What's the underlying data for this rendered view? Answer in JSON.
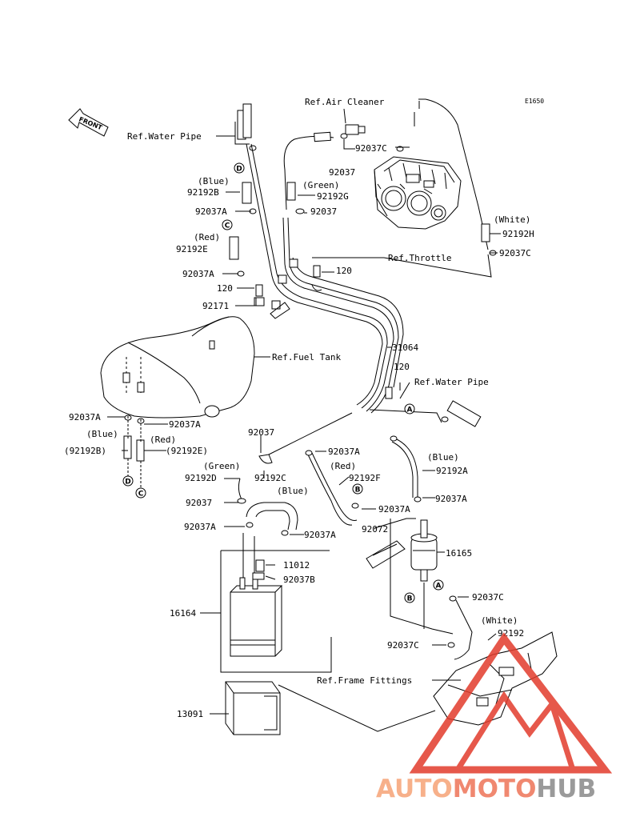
{
  "diagram_code": "E1650",
  "front_label": "FRONT",
  "refs": {
    "air_cleaner": "Ref.Air Cleaner",
    "water_pipe_top": "Ref.Water Pipe",
    "throttle": "Ref.Throttle",
    "fuel_tank": "Ref.Fuel Tank",
    "water_pipe_mid": "Ref.Water Pipe",
    "frame_fittings": "Ref.Frame Fittings"
  },
  "parts": {
    "p92037c_a": "92037C",
    "p92037_a": "92037",
    "blue_a": "(Blue)",
    "p92192b": "92192B",
    "green_a": "(Green)",
    "p92192g": "92192G",
    "p92037a_a": "92037A",
    "p92037_b": "92037",
    "red_a": "(Red)",
    "p92192e": "92192E",
    "white_a": "(White)",
    "p92192h": "92192H",
    "p92037c_b": "92037C",
    "p120_a": "120",
    "p92037a_b": "92037A",
    "p120_b": "120",
    "p92171": "92171",
    "p31064": "31064",
    "p120_c": "120",
    "p92037a_c": "92037A",
    "p92037a_d": "92037A",
    "blue_b": "(Blue)",
    "p92192b_paren": "(92192B)",
    "red_b": "(Red)",
    "p92192e_paren": "(92192E)",
    "p92037_c": "92037",
    "p92037a_e": "92037A",
    "green_b": "(Green)",
    "p92192d": "92192D",
    "p92192c": "92192C",
    "red_c": "(Red)",
    "p92192f": "92192F",
    "blue_c": "(Blue)",
    "p92192a": "92192A",
    "p92037a_f": "92037A",
    "p92037_d": "92037",
    "blue_d": "(Blue)",
    "p92037a_g": "92037A",
    "p92037a_h": "92037A",
    "p92037a_i": "92037A",
    "p92072": "92072",
    "p16165": "16165",
    "p11012": "11012",
    "p92037b": "92037B",
    "p16164": "16164",
    "p92037c_c": "92037C",
    "white_b": "(White)",
    "p92192": "92192",
    "p92037c_d": "92037C",
    "p13091": "13091"
  },
  "connectors": [
    "A",
    "B",
    "C",
    "D"
  ],
  "watermark": {
    "part1": "AUTO",
    "part2": "MOTO",
    "part3": "HUB",
    "color1": "#f7b08a",
    "color2": "#f08870",
    "color3": "#9a9a9a",
    "logo_color": "#e23c2c"
  }
}
